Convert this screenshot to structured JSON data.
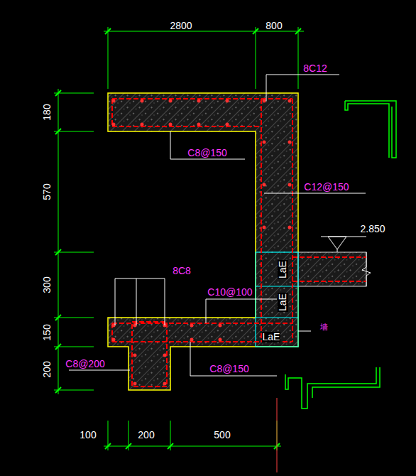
{
  "diagram": {
    "nodes": [
      {
        "text": [
          "LaE"
        ]
      },
      {
        "text": [
          "LaE"
        ]
      },
      {
        "text": [
          "LaE"
        ]
      }
    ],
    "labels": [
      "2800",
      "800",
      "8C12",
      "180",
      "C8@150",
      "570",
      "C12@150",
      "2.850",
      "300",
      "8C8",
      "C10@100",
      "150",
      "墙",
      "C8@200",
      "C8@150",
      "200",
      "100",
      "200",
      "500"
    ]
  }
}
